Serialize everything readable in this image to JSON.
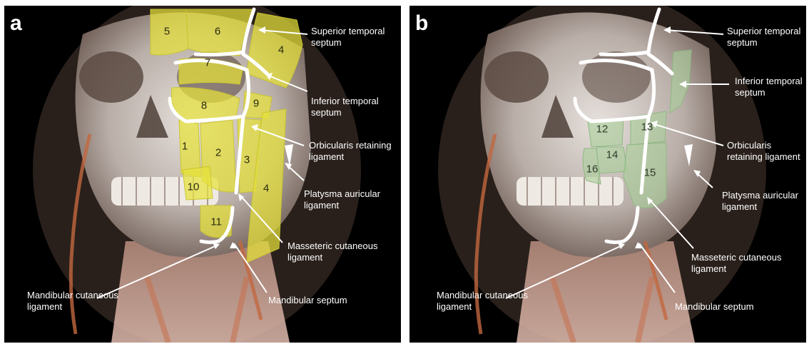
{
  "panels": {
    "a": {
      "letter": "a",
      "regions": {
        "r1": "1",
        "r2": "2",
        "r3": "3",
        "r4a": "4",
        "r4b": "4",
        "r5": "5",
        "r6": "6",
        "r7": "7",
        "r8": "8",
        "r9": "9",
        "r10": "10",
        "r11": "11"
      },
      "labels": {
        "superior_temporal_septum": "Superior temporal septum",
        "inferior_temporal_septum": "Inferior temporal septum",
        "orbicularis_retaining_ligament": "Orbicularis retaining ligament",
        "platysma_auricular_ligament": "Platysma auricular ligament",
        "masseteric_cutaneous_ligament": "Masseteric cutaneous ligament",
        "mandibular_cutaneous_ligament": "Mandibular cutaneous ligament",
        "mandibular_septum": "Mandibular septum"
      }
    },
    "b": {
      "letter": "b",
      "regions": {
        "r12": "12",
        "r13": "13",
        "r14": "14",
        "r15": "15",
        "r16": "16"
      },
      "labels": {
        "superior_temporal_septum": "Superior temporal septum",
        "inferior_temporal_septum": "Inferior temporal septum",
        "orbicularis_retaining_ligament": "Orbicularis retaining ligament",
        "platysma_auricular_ligament": "Platysma auricular ligament",
        "masseteric_cutaneous_ligament": "Masseteric cutaneous ligament",
        "mandibular_cutaneous_ligament": "Mandibular cutaneous ligament",
        "mandibular_septum": "Mandibular septum"
      }
    }
  },
  "colors": {
    "yellow_region": "#e6e23a",
    "green_region": "#a8cf9a",
    "ligament": "#ffffff",
    "background": "#000000"
  }
}
